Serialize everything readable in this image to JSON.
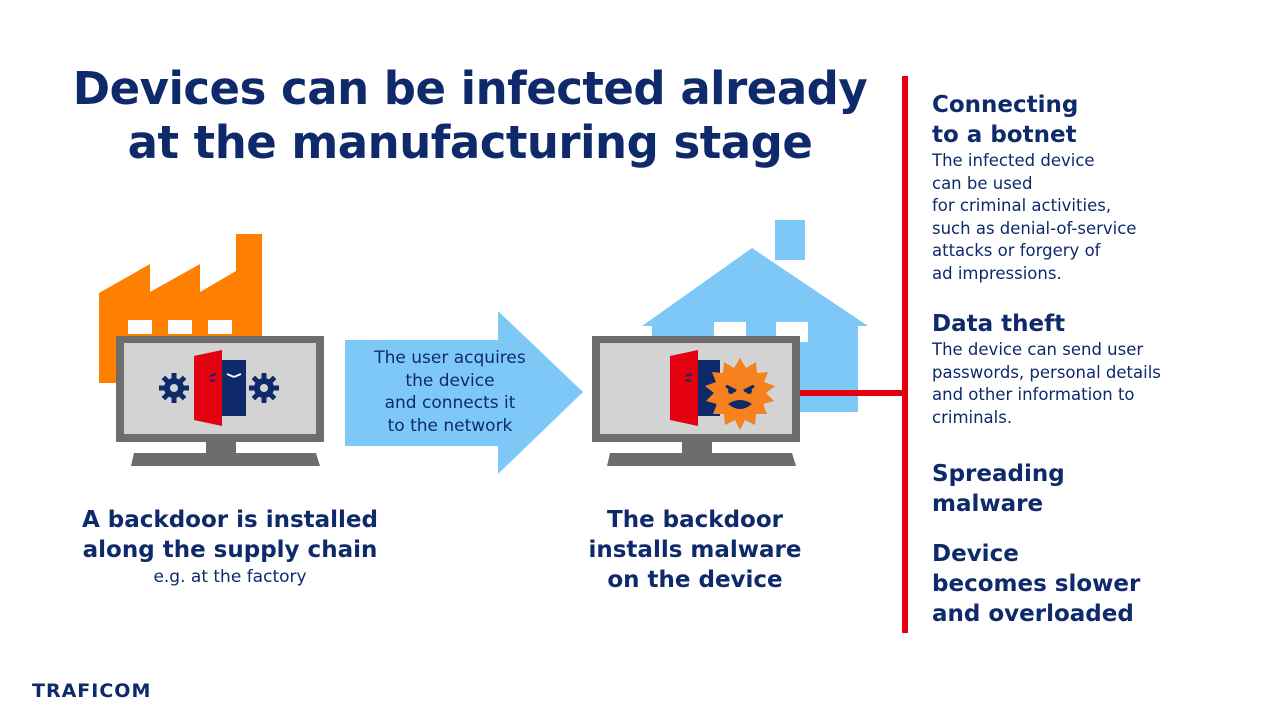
{
  "title": {
    "line1": "Devices can be infected already",
    "line2": "at the manufacturing stage"
  },
  "arrow": {
    "lines": [
      "The user acquires",
      "the device",
      "and connects it",
      "to the network"
    ]
  },
  "captions": {
    "left": {
      "line1": "A backdoor is installed",
      "line2": "along the supply chain",
      "sub": "e.g. at the factory"
    },
    "middle": {
      "line1": "The backdoor",
      "line2": "installs malware",
      "line3": "on the device"
    }
  },
  "consequences": [
    {
      "heading": [
        "Connecting",
        "to a botnet"
      ],
      "body": [
        "The infected device",
        "can be used",
        "for criminal activities,",
        "such as denial-of-service",
        "attacks or forgery of",
        "ad impressions."
      ]
    },
    {
      "heading": [
        "Data theft"
      ],
      "body": [
        "The device can send user",
        "passwords, personal details",
        "and other information to",
        "criminals."
      ]
    },
    {
      "heading": [
        "Spreading",
        "malware"
      ],
      "body": []
    },
    {
      "heading": [
        "Device",
        "becomes slower",
        "and overloaded"
      ],
      "body": []
    }
  ],
  "logo": "TRAFICOM",
  "icons": [
    "factory-icon",
    "computer-monitor-icon",
    "gear-icon",
    "door-icon",
    "hacker-icon",
    "arrow-icon",
    "house-icon",
    "malware-virus-icon"
  ],
  "colors": {
    "navy": "#0e2a6b",
    "red": "#e3000f",
    "orange": "#ff7f00",
    "light_blue": "#7ec8f8",
    "monitor_gray": "#6d6d6d",
    "screen_gray": "#d3d3d3",
    "virus_orange": "#f5821f"
  }
}
